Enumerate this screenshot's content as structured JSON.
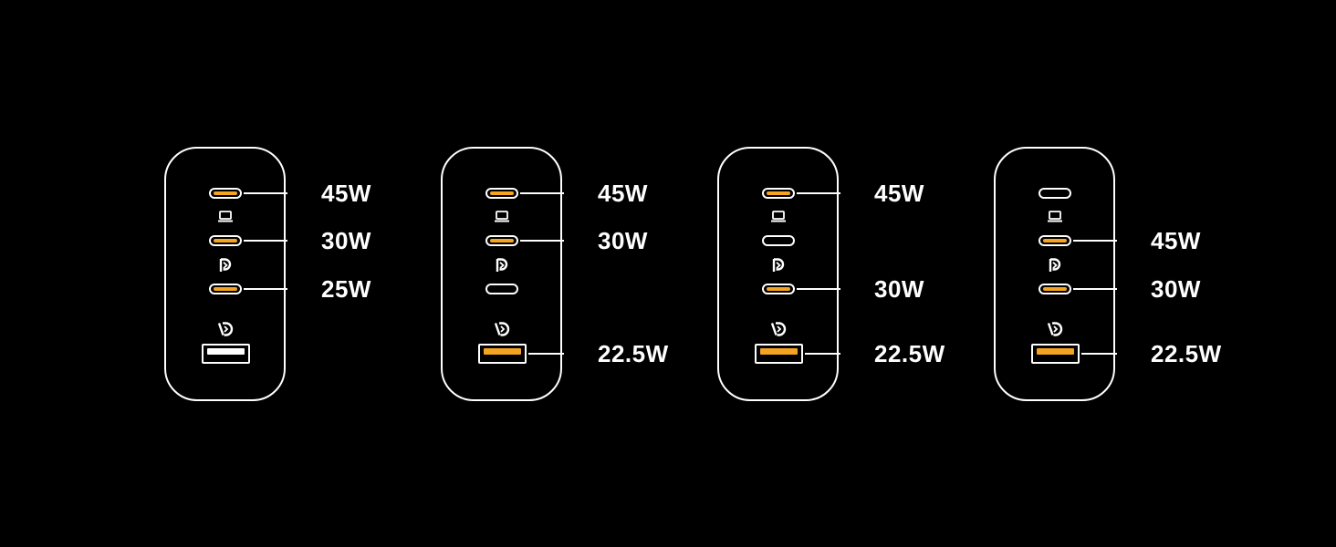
{
  "colors": {
    "background": "#000000",
    "outline": "#ffffff",
    "active_port": "#f5a422"
  },
  "configurations": [
    {
      "ports": [
        {
          "type": "usb-c",
          "active": true,
          "label": "45W"
        },
        {
          "type": "usb-c",
          "active": true,
          "label": "30W"
        },
        {
          "type": "usb-c",
          "active": true,
          "label": "25W"
        },
        {
          "type": "usb-a",
          "active": false,
          "label": ""
        }
      ]
    },
    {
      "ports": [
        {
          "type": "usb-c",
          "active": true,
          "label": "45W"
        },
        {
          "type": "usb-c",
          "active": true,
          "label": "30W"
        },
        {
          "type": "usb-c",
          "active": false,
          "label": ""
        },
        {
          "type": "usb-a",
          "active": true,
          "label": "22.5W"
        }
      ]
    },
    {
      "ports": [
        {
          "type": "usb-c",
          "active": true,
          "label": "45W"
        },
        {
          "type": "usb-c",
          "active": false,
          "label": ""
        },
        {
          "type": "usb-c",
          "active": true,
          "label": "30W"
        },
        {
          "type": "usb-a",
          "active": true,
          "label": "22.5W"
        }
      ]
    },
    {
      "ports": [
        {
          "type": "usb-c",
          "active": false,
          "label": ""
        },
        {
          "type": "usb-c",
          "active": true,
          "label": "45W"
        },
        {
          "type": "usb-c",
          "active": true,
          "label": "30W"
        },
        {
          "type": "usb-a",
          "active": true,
          "label": "22.5W"
        }
      ]
    }
  ],
  "icons": {
    "between_port_1_2": "laptop-icon",
    "between_port_2_3": "power-delivery-icon",
    "above_port_a": "quick-charge-icon"
  }
}
